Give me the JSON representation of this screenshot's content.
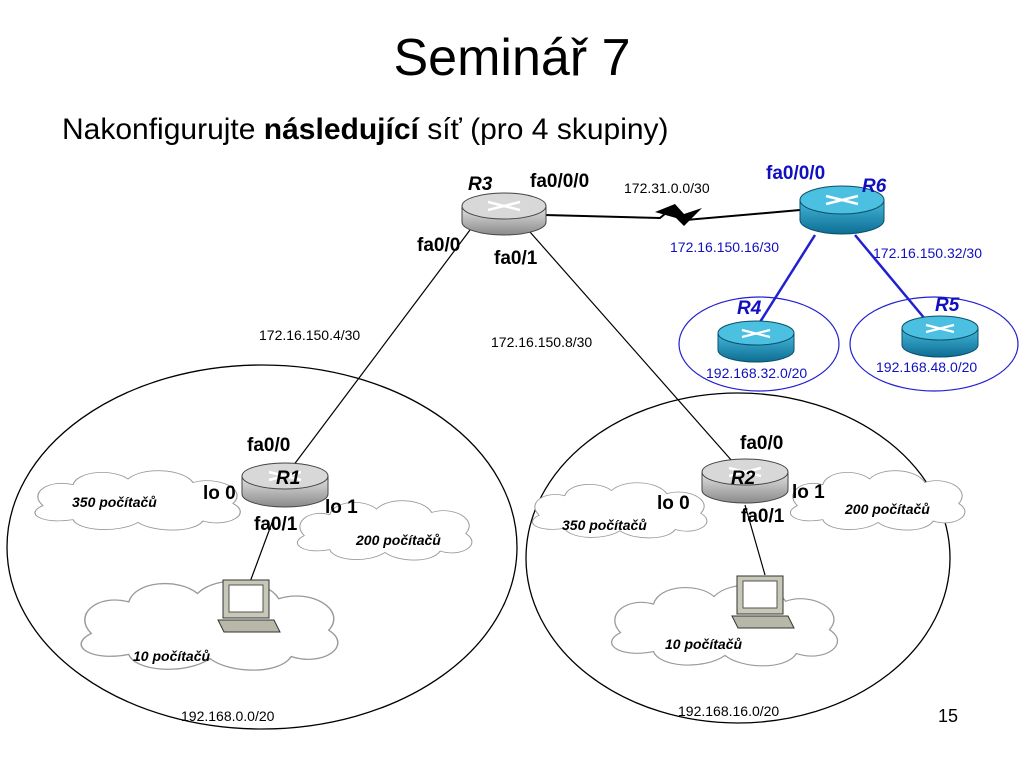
{
  "slide": {
    "title": "Seminář 7",
    "subtitle_pre": "Nakonfigurujte ",
    "subtitle_bold": "následující",
    "subtitle_post": " síť (pro 4 skupiny)",
    "page_number": "15"
  },
  "routers": {
    "r1": "R1",
    "r2": "R2",
    "r3": "R3",
    "r4": "R4",
    "r5": "R5",
    "r6": "R6"
  },
  "interfaces": {
    "r3_fa000": "fa0/0/0",
    "r3_fa00": "fa0/0",
    "r3_fa01": "fa0/1",
    "r6_fa000": "fa0/0/0",
    "r1_fa00": "fa0/0",
    "r1_fa01": "fa0/1",
    "r1_lo0": "lo 0",
    "r1_lo1": "lo 1",
    "r2_fa00": "fa0/0",
    "r2_fa01": "fa0/1",
    "r2_lo0": "lo 0",
    "r2_lo1": "lo 1"
  },
  "networks": {
    "serial_link": "172.31.0.0/30",
    "r6_r4_link": "172.16.150.16/30",
    "r6_r5_link": "172.16.150.32/30",
    "r3_r1_link": "172.16.150.4/30",
    "r3_r2_link": "172.16.150.8/30",
    "r4_lan": "192.168.32.0/20",
    "r5_lan": "192.168.48.0/20",
    "r1_lan": "192.168.0.0/20",
    "r2_lan": "192.168.16.0/20"
  },
  "clouds": {
    "r1_lo0": "350 počítačů",
    "r1_lo1": "200 počítačů",
    "r1_pc": "10 počítačů",
    "r2_lo0": "350 počítačů",
    "r2_lo1": "200 počítačů",
    "r2_pc": "10 počítačů"
  },
  "colors": {
    "blue_router": "#1a8fb8",
    "gray_router": "#b0b0b0",
    "blue_text": "#1010c0",
    "blue_line": "#2020d0"
  }
}
